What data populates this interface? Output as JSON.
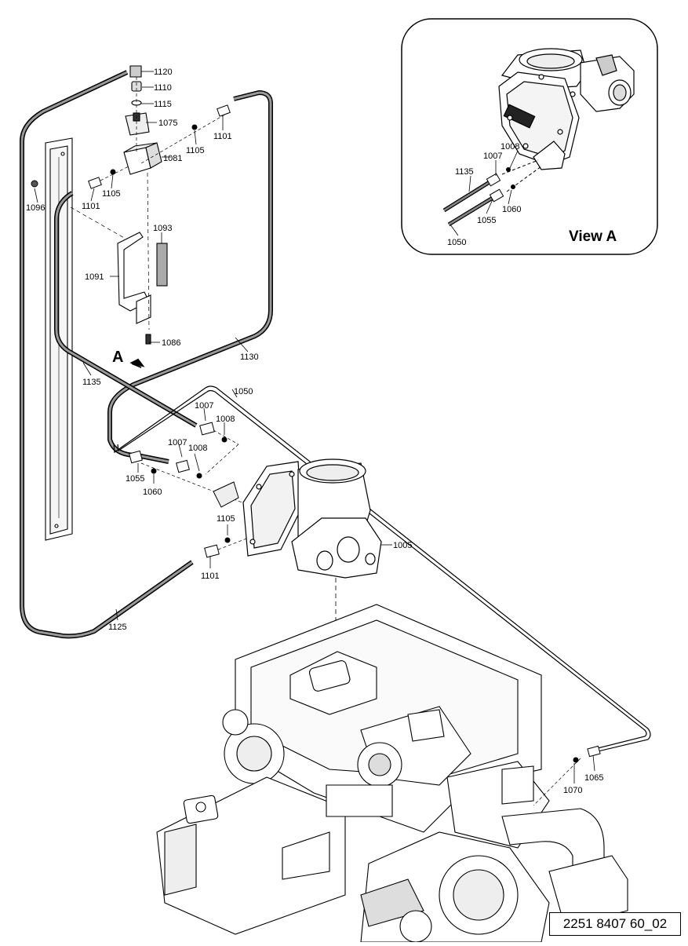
{
  "diagram": {
    "callouts": [
      "1120",
      "1110",
      "1115",
      "1075",
      "1105",
      "1101",
      "1081",
      "1105",
      "1101",
      "1096",
      "1093",
      "1091",
      "1086",
      "1130",
      "1135",
      "1050",
      "1007",
      "1008",
      "1007",
      "1008",
      "1055",
      "1060",
      "1105",
      "1005",
      "1101",
      "1125",
      "1070",
      "1065"
    ],
    "view_a": {
      "title": "View A",
      "callouts": [
        "1008",
        "1007",
        "1135",
        "1060",
        "1055",
        "1050"
      ]
    },
    "arrow_label": "A",
    "document_id": "2251 8407 60_02"
  }
}
